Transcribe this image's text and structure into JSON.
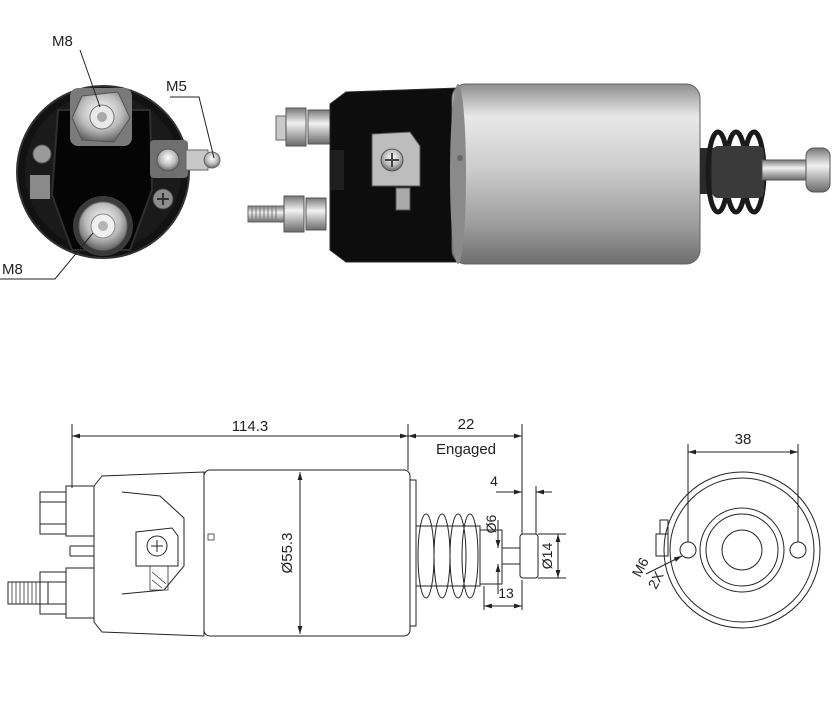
{
  "photo_labels": {
    "top_terminal": "M8",
    "side_terminal": "M5",
    "bottom_terminal": "M8"
  },
  "dimensions": {
    "overall_length": "114.3",
    "plunger_travel": "22",
    "travel_state": "Engaged",
    "body_diameter": "Ø55.3",
    "plunger_small": "4",
    "plunger_diameter": "Ø6",
    "collar_diameter": "Ø14",
    "collar_length": "13",
    "flange_width": "38",
    "mount_thread": "M6",
    "mount_count": "2X"
  },
  "colors": {
    "line": "#222222",
    "housing_black": "#0d0d0d",
    "metal": "#bdbdbd"
  }
}
